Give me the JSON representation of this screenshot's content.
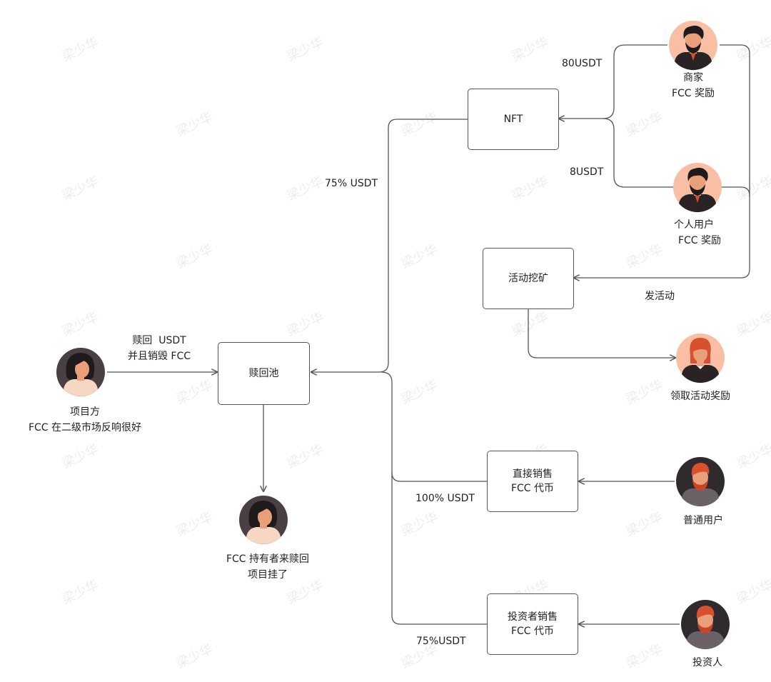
{
  "watermark": "梁少华",
  "nodes": {
    "nft": "NFT",
    "mining": "活动挖矿",
    "pool": "赎回池",
    "direct_sale": [
      "直接销售",
      "FCC 代币"
    ],
    "investor_sale": [
      "投资者销售",
      "FCC 代币"
    ]
  },
  "actors": {
    "merchant": [
      "商家",
      "FCC 奖励"
    ],
    "personal_user": [
      "个人用户",
      "FCC 奖励"
    ],
    "event_reward": [
      "领取活动奖励"
    ],
    "ordinary_user": [
      "普通用户"
    ],
    "investor": [
      "投资人"
    ],
    "project": [
      "项目方",
      "FCC 在二级市场反响很好"
    ],
    "holder_redeem": [
      "FCC 持有者来赎回",
      "项目挂了"
    ]
  },
  "edge_labels": {
    "usdt_80": "80USDT",
    "usdt_8": "8USDT",
    "nft_75": "75% USDT",
    "event": "发活动",
    "redeem": [
      "赎回  USDT",
      "并且销毁 FCC"
    ],
    "direct_100": "100% USDT",
    "investor_75": "75%USDT"
  },
  "colors": {
    "peach": "#F9BFA5",
    "dark_bg": "#2E2A2E",
    "skin": "#E9A07A",
    "hair_dark": "#1F1B1D",
    "hair_red": "#D7512E",
    "hair_brown": "#3A2A26",
    "line": "#555555"
  }
}
